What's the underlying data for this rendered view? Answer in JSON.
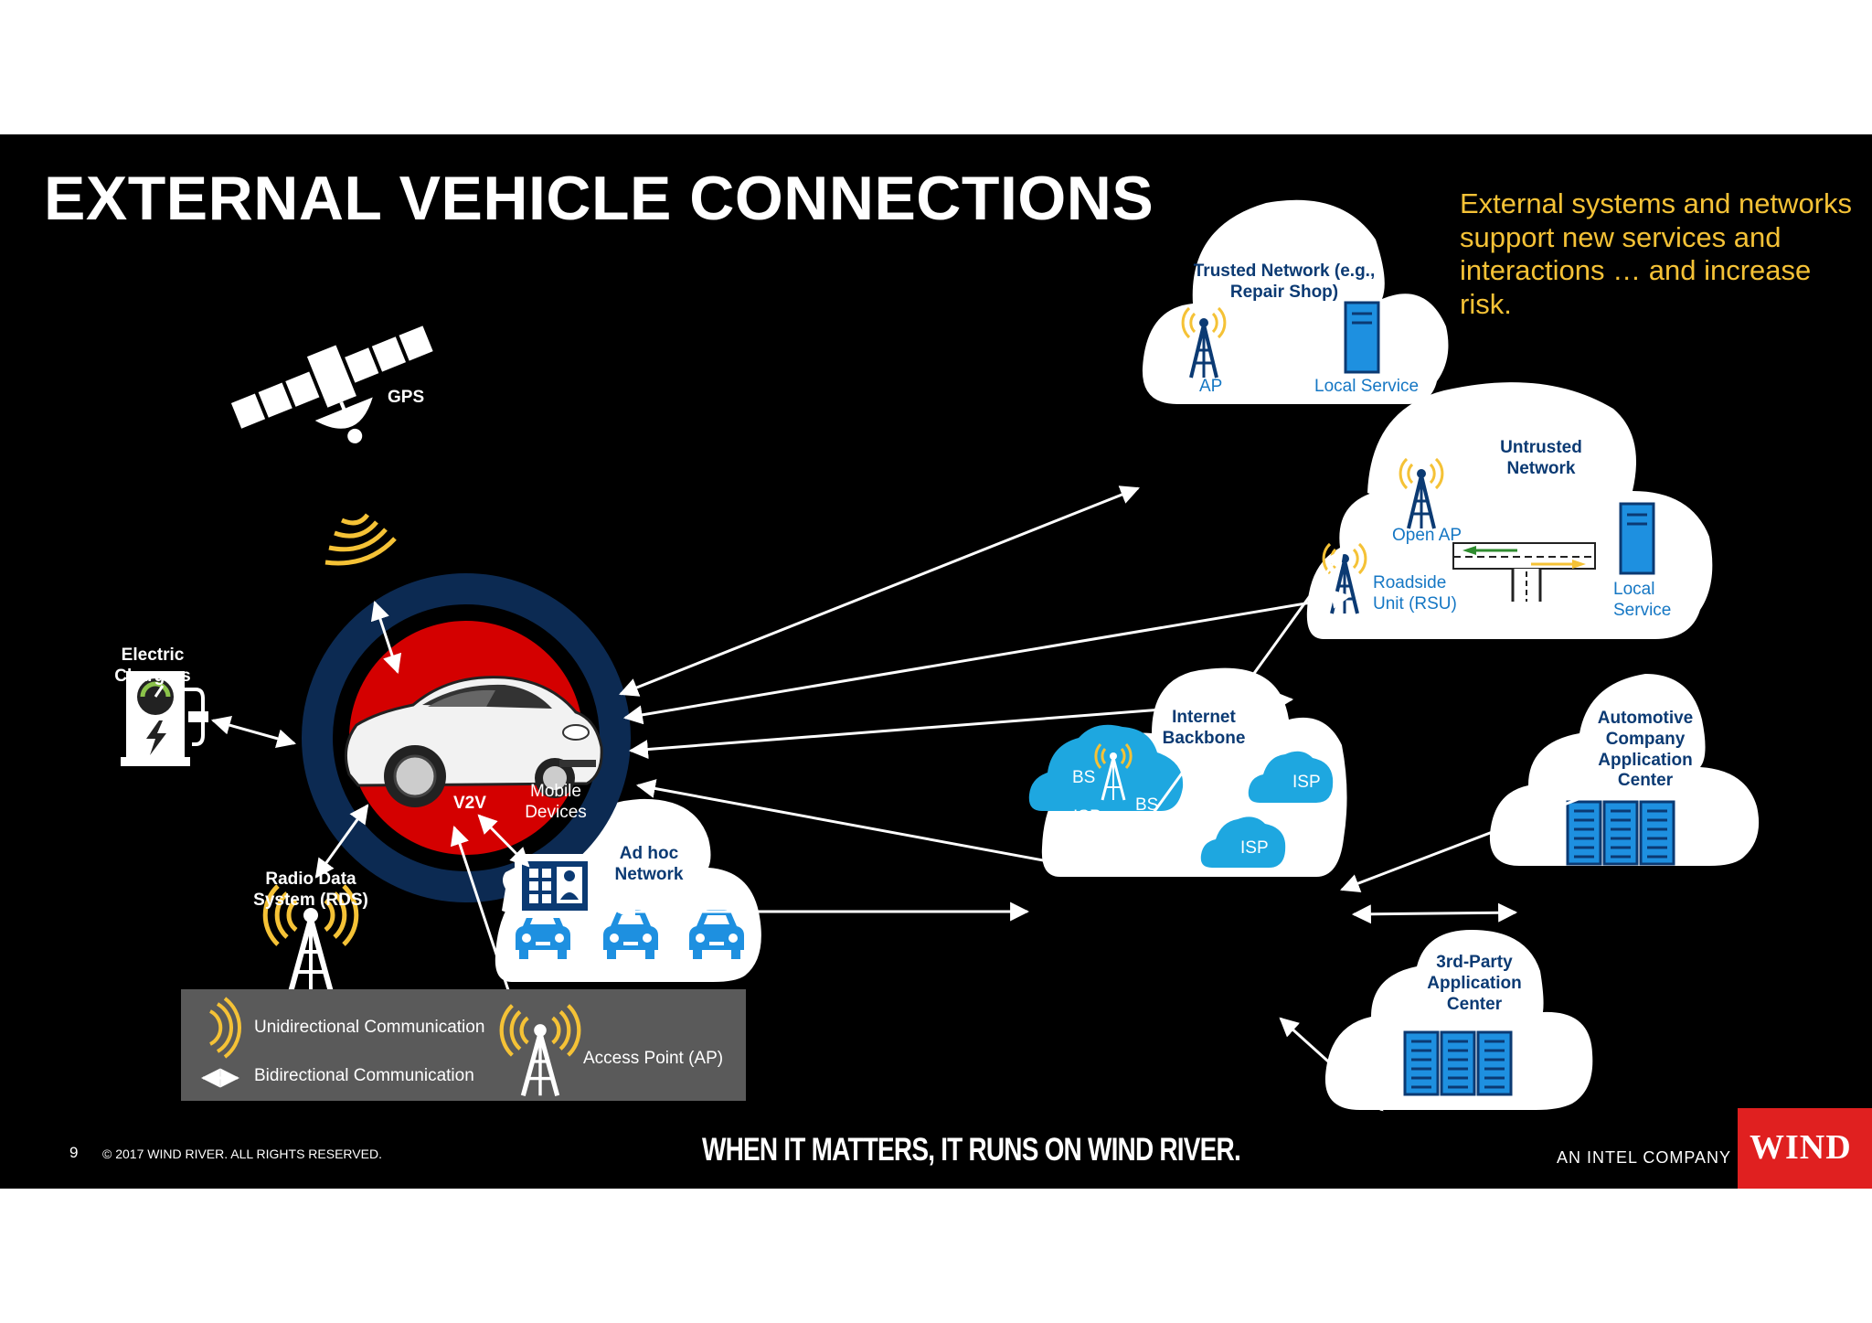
{
  "slide": {
    "title": "EXTERNAL VEHICLE CONNECTIONS",
    "callout": "External systems and networks support new services and interactions … and increase risk.",
    "colors": {
      "background": "#000000",
      "callout": "#f5c236",
      "cloud_text": "#0b3a73",
      "cloud_accent": "#1577c4",
      "car_disc": "#d40000",
      "car_ring": "#0c2a52",
      "legend_bg": "#5a5a5a",
      "brand_red": "#e02020"
    }
  },
  "vehicle_connections": {
    "gps": "GPS",
    "electric_chargers": "Electric Chargers",
    "radio_data_system": "Radio Data System (RDS)",
    "v2v": "V2V",
    "mobile_devices": "Mobile Devices"
  },
  "clouds": {
    "trusted": {
      "title": "Trusted Network (e.g., Repair Shop)",
      "ap": "AP",
      "local_service": "Local Service"
    },
    "untrusted": {
      "title": "Untrusted Network",
      "open_ap": "Open AP",
      "rsu": "Roadside Unit (RSU)",
      "local_service": "Local Service"
    },
    "internet": {
      "title": "Internet Backbone",
      "bs1": "BS",
      "bs2": "BS",
      "isp1": "ISP",
      "isp2": "ISP",
      "isp3": "ISP"
    },
    "automotive": {
      "title": "Automotive Company Application Center"
    },
    "third_party": {
      "title": "3rd-Party Application Center"
    },
    "adhoc": {
      "title": "Ad hoc Network"
    }
  },
  "legend": {
    "unidirectional": "Unidirectional Communication",
    "bidirectional": "Bidirectional Communication",
    "access_point": "Access Point (AP)"
  },
  "footer": {
    "page_number": "9",
    "copyright": "© 2017 WIND RIVER. ALL RIGHTS RESERVED.",
    "tagline": "WHEN IT MATTERS, IT RUNS ON WIND RIVER.",
    "intel": "AN INTEL COMPANY",
    "logo": "WIND"
  },
  "icons": [
    "satellite-icon",
    "car-icon",
    "charger-icon",
    "radio-tower-icon",
    "tablet-icon",
    "access-point-icon",
    "server-icon",
    "vehicle-icon",
    "road-intersection-icon",
    "signal-waves-icon",
    "bidirectional-arrow-icon"
  ]
}
